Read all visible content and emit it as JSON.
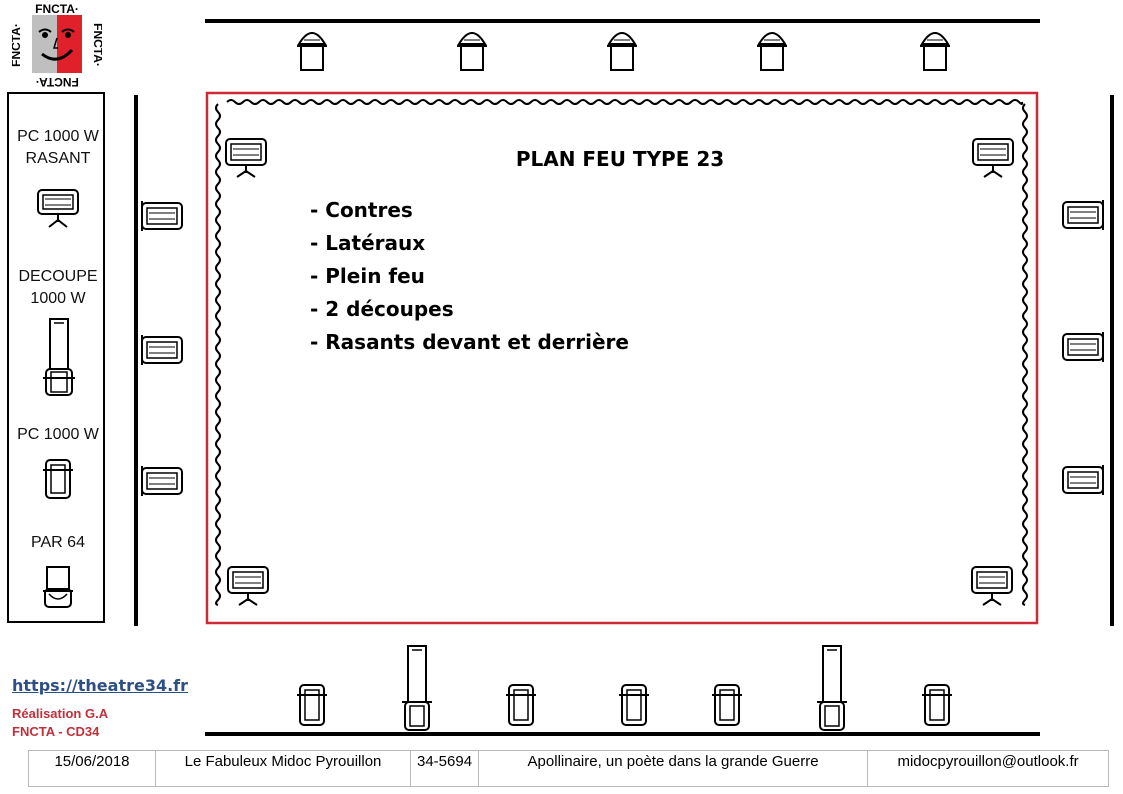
{
  "logo": {
    "text": "FNCTA",
    "colors": {
      "red": "#e0202a",
      "grey": "#bfbfbf"
    }
  },
  "legend": [
    {
      "label": "PC 1000 W\nRASANT",
      "icon": "pc-rasant-icon"
    },
    {
      "label": "DECOUPE\n1000 W",
      "icon": "decoupe-icon"
    },
    {
      "label": "PC 1000 W",
      "icon": "pc-icon"
    },
    {
      "label": "PAR 64",
      "icon": "par64-icon"
    }
  ],
  "plan": {
    "title": "PLAN FEU TYPE  23",
    "items": [
      "- Contres",
      "- Latéraux",
      "- Plein feu",
      "- 2 découpes",
      "- Rasants devant et derrière"
    ],
    "stage_border_color": "#cc2a36"
  },
  "footer": {
    "link": "https://theatre34.fr",
    "credit_line1": "Réalisation G.A",
    "credit_line2": "FNCTA - CD34",
    "table": [
      "15/06/2018",
      "Le Fabuleux Midoc Pyrouillon",
      "34-5694",
      "Apollinaire, un poète dans la grande Guerre",
      "midocpyrouillon@outlook.fr"
    ]
  }
}
